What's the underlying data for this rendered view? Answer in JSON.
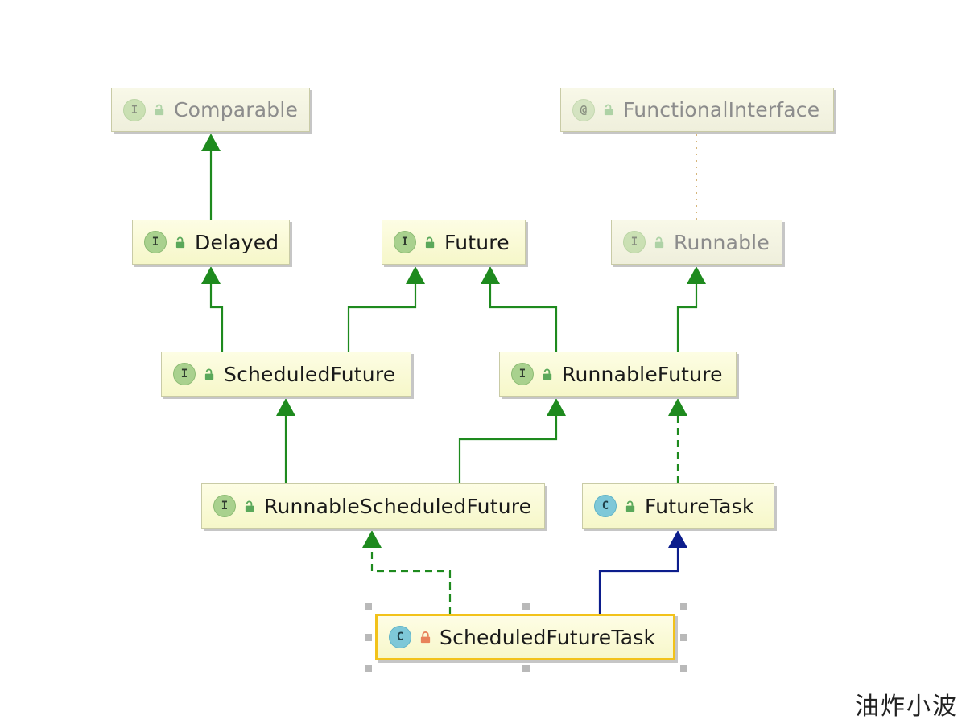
{
  "nodes": [
    {
      "id": "comparable",
      "label": "Comparable",
      "kind": "interface",
      "badge": "I",
      "faded": true
    },
    {
      "id": "functional",
      "label": "FunctionalInterface",
      "kind": "annotation",
      "badge": "@",
      "faded": true
    },
    {
      "id": "delayed",
      "label": "Delayed",
      "kind": "interface",
      "badge": "I"
    },
    {
      "id": "future",
      "label": "Future",
      "kind": "interface",
      "badge": "I"
    },
    {
      "id": "runnable",
      "label": "Runnable",
      "kind": "interface",
      "badge": "I",
      "faded": true
    },
    {
      "id": "scheduledfuture",
      "label": "ScheduledFuture",
      "kind": "interface",
      "badge": "I"
    },
    {
      "id": "runnablefuture",
      "label": "RunnableFuture",
      "kind": "interface",
      "badge": "I"
    },
    {
      "id": "runnablescheduledfuture",
      "label": "RunnableScheduledFuture",
      "kind": "interface",
      "badge": "I"
    },
    {
      "id": "futuretask",
      "label": "FutureTask",
      "kind": "class",
      "badge": "C"
    },
    {
      "id": "scheduledfuturetask",
      "label": "ScheduledFutureTask",
      "kind": "class",
      "badge": "C",
      "selected": true,
      "private": true
    }
  ],
  "edges": [
    {
      "from": "delayed",
      "to": "comparable",
      "type": "extends"
    },
    {
      "from": "scheduledfuture",
      "to": "delayed",
      "type": "extends"
    },
    {
      "from": "scheduledfuture",
      "to": "future",
      "type": "extends"
    },
    {
      "from": "runnablefuture",
      "to": "future",
      "type": "extends"
    },
    {
      "from": "runnablefuture",
      "to": "runnable",
      "type": "extends"
    },
    {
      "from": "runnable",
      "to": "functional",
      "type": "annotated"
    },
    {
      "from": "runnablescheduledfuture",
      "to": "scheduledfuture",
      "type": "extends"
    },
    {
      "from": "runnablescheduledfuture",
      "to": "runnablefuture",
      "type": "extends"
    },
    {
      "from": "futuretask",
      "to": "runnablefuture",
      "type": "implements"
    },
    {
      "from": "scheduledfuturetask",
      "to": "runnablescheduledfuture",
      "type": "implements"
    },
    {
      "from": "scheduledfuturetask",
      "to": "futuretask",
      "type": "class-extends"
    }
  ],
  "colors": {
    "extends": "#1e8a1e",
    "implements": "#1e8a1e",
    "class-extends": "#0c1d8c",
    "annotated": "#d6b57a",
    "selection": "#f2c21a"
  },
  "icons": {
    "interface": "interface-icon",
    "annotation": "annotation-icon",
    "class": "class-icon",
    "public": "unlocked-icon",
    "private": "locked-icon"
  },
  "watermark": "油炸小波"
}
